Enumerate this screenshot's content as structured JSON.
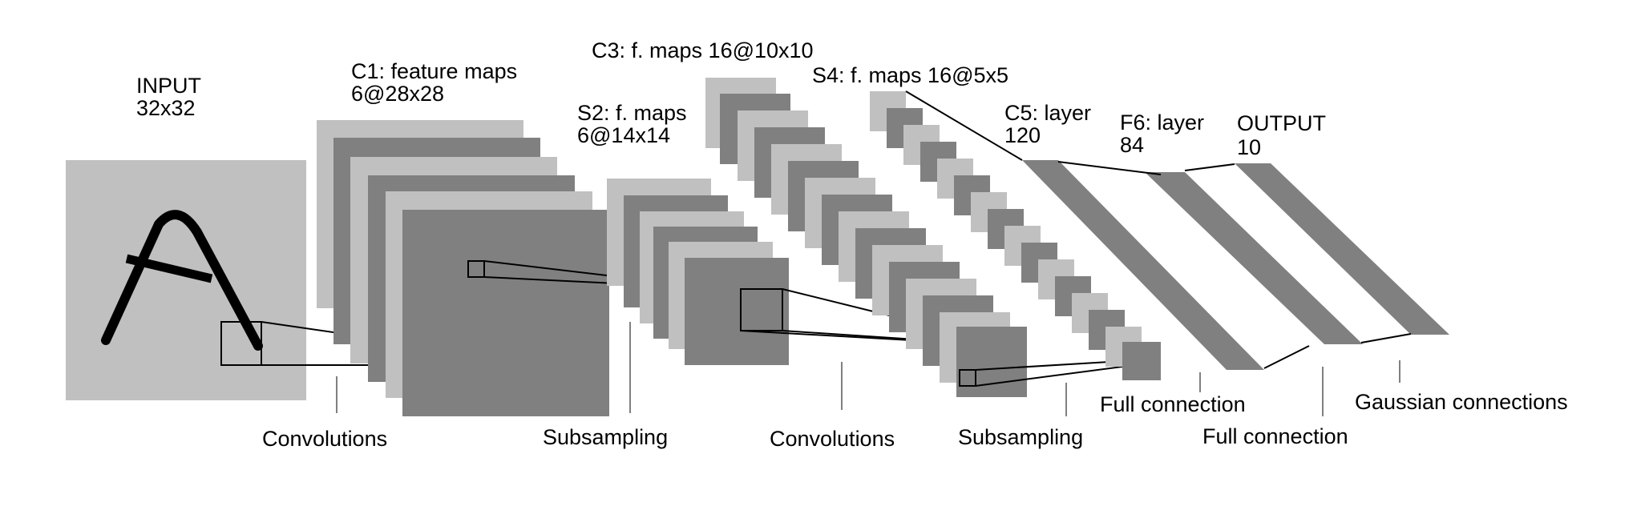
{
  "layers": {
    "input": {
      "title": "INPUT",
      "spec": "32x32"
    },
    "c1": {
      "title": "C1: feature maps",
      "spec": "6@28x28"
    },
    "s2": {
      "title": "S2: f. maps",
      "spec": "6@14x14"
    },
    "c3": {
      "title": "C3: f. maps 16@10x10"
    },
    "s4": {
      "title": "S4: f. maps 16@5x5"
    },
    "c5": {
      "title": "C5: layer",
      "spec": "120"
    },
    "f6": {
      "title": "F6: layer",
      "spec": " 84"
    },
    "output": {
      "title": "OUTPUT",
      "spec": " 10"
    }
  },
  "operations": [
    "Convolutions",
    "Subsampling",
    "Convolutions",
    "Subsampling",
    "Full connection",
    "Full connection",
    "Gaussian connections"
  ],
  "colors": {
    "light_gray": "#c0c0c0",
    "dark_gray": "#808080",
    "stroke": "#000000",
    "background": "#ffffff"
  }
}
